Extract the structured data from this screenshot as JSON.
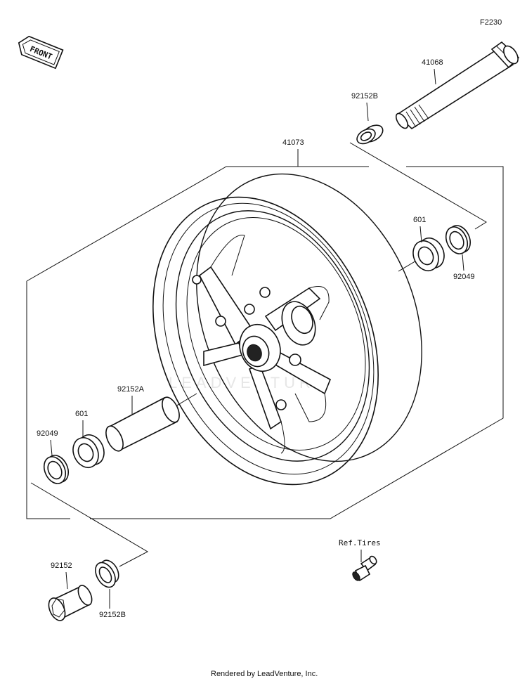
{
  "figure_code": "F2230",
  "front_badge": "FRONT",
  "watermark": "LEADVENTURE",
  "footer": "Rendered by LeadVenture, Inc.",
  "ref_label": "Ref.Tires",
  "labels": {
    "axle": "41068",
    "collar_top": "92152B",
    "wheel": "41073",
    "bearing_right": "601",
    "seal_right": "92049",
    "spacer": "92152A",
    "bearing_left": "601",
    "seal_left": "92049",
    "collar_nut": "92152",
    "collar_bottom": "92152B"
  }
}
